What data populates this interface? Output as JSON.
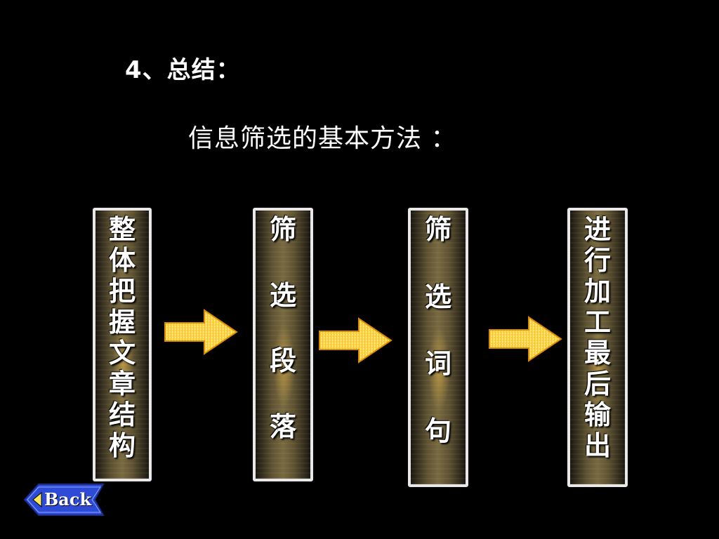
{
  "heading": "4、总结：",
  "subheading": "信息筛选的基本方法 ：",
  "steps": [
    {
      "chars": [
        "整",
        "体",
        "把",
        "握",
        "文",
        "章",
        "结",
        "构"
      ]
    },
    {
      "chars": [
        "筛",
        "选",
        "段",
        "落"
      ]
    },
    {
      "chars": [
        "筛",
        "选",
        "词",
        "句"
      ]
    },
    {
      "chars": [
        "进",
        "行",
        "加",
        "工",
        "最",
        "后",
        "输",
        "出"
      ]
    }
  ],
  "back_button": {
    "label": "Back"
  },
  "icons": {
    "arrow": "right-arrow-icon",
    "back": "back-triangle-icon"
  },
  "colors": {
    "background": "#000000",
    "text": "#ffffff",
    "box_border": "#e8e8e8",
    "arrow_fill": "#f7c21a",
    "arrow_edge": "#d98a00",
    "back_button": "#2d4bd6"
  }
}
